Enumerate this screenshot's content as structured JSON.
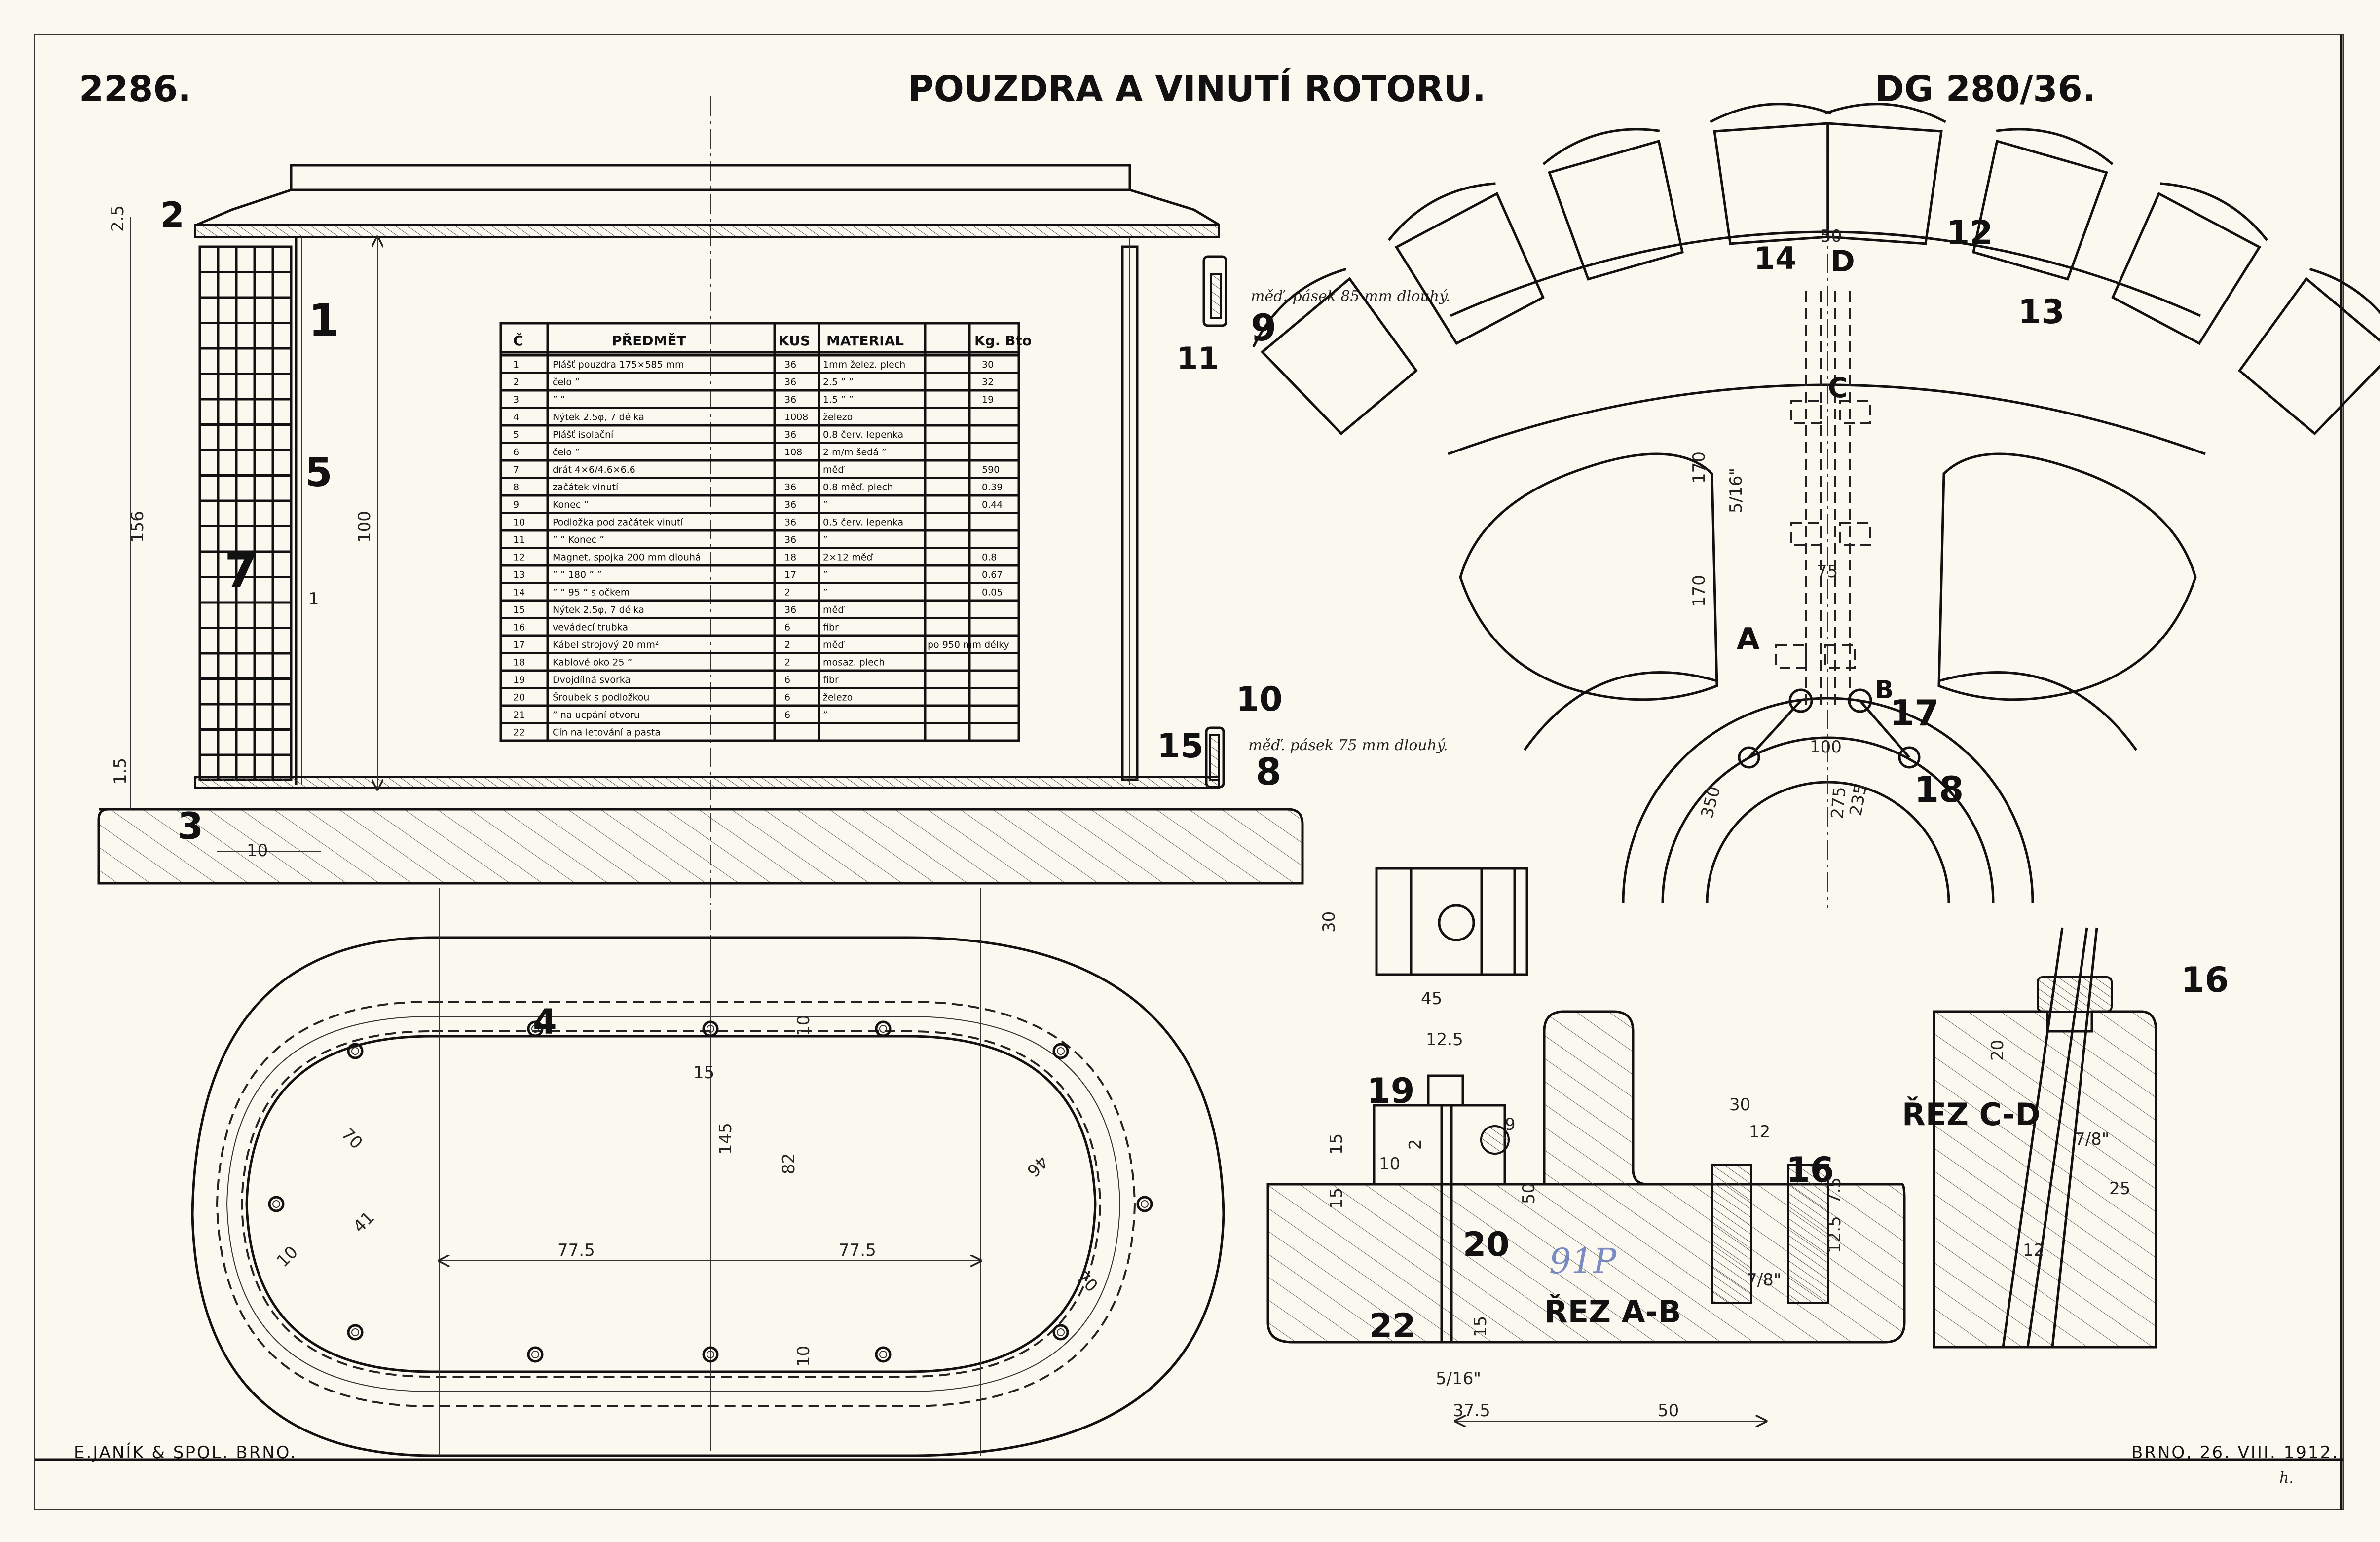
{
  "header": {
    "drawing_number": "2286.",
    "title": "POUZDRA A VINUTÍ ROTORU.",
    "machine": "DG 280/36."
  },
  "footer": {
    "company": "E.JANÍK & SPOL. BRNO.",
    "date": "BRNO, 26. VIII. 1912.",
    "signature": "h."
  },
  "parts_table": {
    "headers": [
      "Č",
      "PŘEDMĚT",
      "KUS",
      "MATERIAL",
      "",
      "Kg. Bto"
    ],
    "rows": [
      {
        "no": "1",
        "item": "Plášť pouzdra 175×585 mm",
        "qty": "36",
        "material": "1mm želez. plech",
        "note": "",
        "kg": "30"
      },
      {
        "no": "2",
        "item": "čelo  ”",
        "qty": "36",
        "material": "2.5  ”  ”",
        "note": "",
        "kg": "32"
      },
      {
        "no": "3",
        "item": "”  ”",
        "qty": "36",
        "material": "1.5  ”  ”",
        "note": "",
        "kg": "19"
      },
      {
        "no": "4",
        "item": "Nýtek 2.5φ, 7 délka",
        "qty": "1008",
        "material": "železo",
        "note": "",
        "kg": ""
      },
      {
        "no": "5",
        "item": "Plášť isolační",
        "qty": "36",
        "material": "0.8 červ. lepenka",
        "note": "",
        "kg": ""
      },
      {
        "no": "6",
        "item": "čelo  ”",
        "qty": "108",
        "material": "2 m/m šedá ”",
        "note": "",
        "kg": ""
      },
      {
        "no": "7",
        "item": "drát 4×6/4.6×6.6",
        "qty": "",
        "material": "měď",
        "note": "",
        "kg": "590"
      },
      {
        "no": "8",
        "item": "začátek vinutí",
        "qty": "36",
        "material": "0.8 měď. plech",
        "note": "",
        "kg": "0.39"
      },
      {
        "no": "9",
        "item": "Konec  ”",
        "qty": "36",
        "material": "”",
        "note": "",
        "kg": "0.44"
      },
      {
        "no": "10",
        "item": "Podložka pod začátek vinutí",
        "qty": "36",
        "material": "0.5 červ. lepenka",
        "note": "",
        "kg": ""
      },
      {
        "no": "11",
        "item": "”  ”  Konec  ”",
        "qty": "36",
        "material": "”",
        "note": "",
        "kg": ""
      },
      {
        "no": "12",
        "item": "Magnet. spojka 200 mm dlouhá",
        "qty": "18",
        "material": "2×12 měď",
        "note": "",
        "kg": "0.8"
      },
      {
        "no": "13",
        "item": "”  ”  180  ”  ”",
        "qty": "17",
        "material": "”",
        "note": "",
        "kg": "0.67"
      },
      {
        "no": "14",
        "item": "”  ”  95  ”  s očkem",
        "qty": "2",
        "material": "”",
        "note": "",
        "kg": "0.05"
      },
      {
        "no": "15",
        "item": "Nýtek 2.5φ, 7 délka",
        "qty": "36",
        "material": "měď",
        "note": "",
        "kg": ""
      },
      {
        "no": "16",
        "item": "vevádecí trubka",
        "qty": "6",
        "material": "fibr",
        "note": "",
        "kg": ""
      },
      {
        "no": "17",
        "item": "Kábel strojový 20 mm²",
        "qty": "2",
        "material": "měď",
        "note": "po 950 mm délky",
        "kg": ""
      },
      {
        "no": "18",
        "item": "Kablové oko  25  ”",
        "qty": "2",
        "material": "mosaz. plech",
        "note": "",
        "kg": ""
      },
      {
        "no": "19",
        "item": "Dvojdílná svorka",
        "qty": "6",
        "material": "fibr",
        "note": "",
        "kg": ""
      },
      {
        "no": "20",
        "item": "Šroubek s podložkou",
        "qty": "6",
        "material": "železo",
        "note": "",
        "kg": ""
      },
      {
        "no": "21",
        "item": "”  na ucpání otvoru",
        "qty": "6",
        "material": "”",
        "note": "",
        "kg": ""
      },
      {
        "no": "22",
        "item": "Cín na letování a pasta",
        "qty": "",
        "material": "",
        "note": "",
        "kg": ""
      }
    ]
  },
  "callouts": {
    "p1": "1",
    "p2": "2",
    "p3": "3",
    "p4": "4",
    "p5": "5",
    "p7": "7",
    "p8": "8",
    "p9": "9",
    "p10": "10",
    "p11": "11",
    "p12": "12",
    "p13": "13",
    "p14": "14",
    "p15": "15",
    "p16a": "16",
    "p16b": "16",
    "p17": "17",
    "p18": "18",
    "p19": "19",
    "p20": "20",
    "p22": "22"
  },
  "section_marks": {
    "A": "A",
    "B": "B",
    "C": "C",
    "D": "D",
    "rez_ab": "ŘEZ A-B",
    "rez_cd": "ŘEZ C-D"
  },
  "notes": {
    "strip_85": "měď. pásek 85 mm dlouhý.",
    "strip_75": "měď. pásek 75 mm dlouhý.",
    "blue_mark": "91P"
  },
  "dimensions": {
    "elevation": {
      "d25": "2.5",
      "d156": "156",
      "d100": "100",
      "d1": "1",
      "d15": "1.5",
      "d10": "10"
    },
    "rotor": {
      "d50": "50",
      "d170a": "170",
      "d170b": "170",
      "d516": "5/16\"",
      "d75": "75",
      "d100": "100",
      "d350": "350",
      "d275": "275",
      "d235": "235"
    },
    "plan": {
      "d15": "15",
      "d10a": "10",
      "d10b": "10",
      "d145": "145",
      "d82": "82",
      "d775a": "77.5",
      "d775b": "77.5",
      "d70a": "70",
      "d70b": "70",
      "d41": "41",
      "d46": "46",
      "d10c": "10"
    },
    "clamp": {
      "d30": "30",
      "d45": "45",
      "d125": "12.5",
      "d15a": "15",
      "d15b": "15",
      "d2": "2",
      "d9": "9",
      "d10": "10",
      "d50": "50",
      "d15c": "15",
      "d516": "5/16\"",
      "d375": "37.5",
      "d50b": "50",
      "d30b": "30",
      "d12": "12",
      "d75": "7.5",
      "d125b": "12.5",
      "d78": "7/8\""
    },
    "cd": {
      "d20": "20",
      "d78": "7/8\"",
      "d25": "25",
      "d12": "12"
    }
  }
}
